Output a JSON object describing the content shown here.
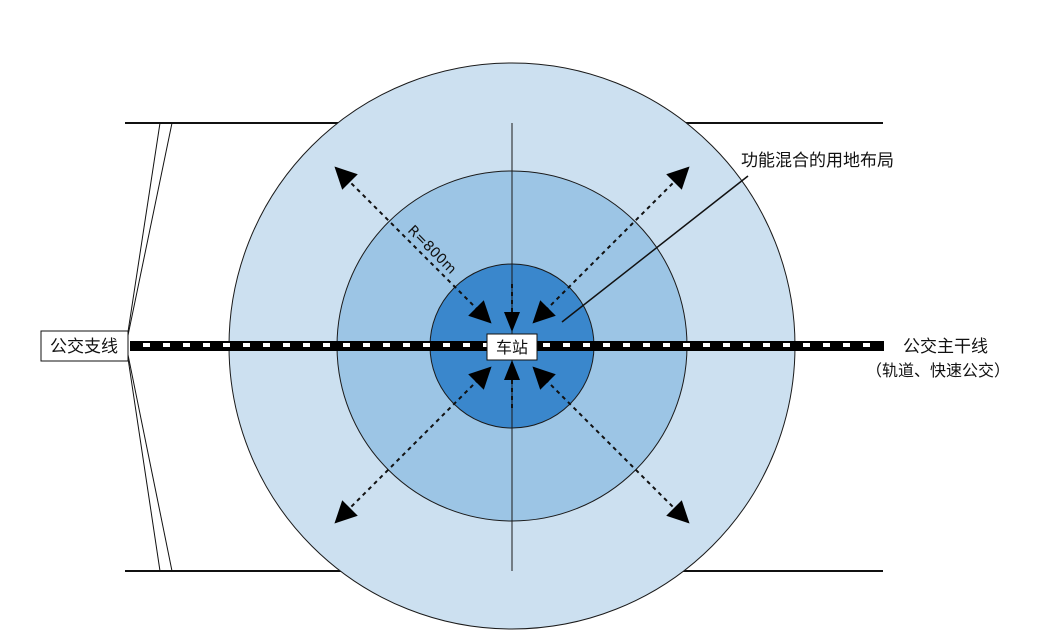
{
  "labels": {
    "mixed_land_use": "功能混合的用地布局",
    "radius": "R=800m",
    "station": "车站",
    "feeder_line": "公交支线",
    "trunk_line": "公交主干线",
    "trunk_line_note": "（轨道、快速公交）"
  },
  "colors": {
    "outer_ring": "#cce0f0",
    "middle_ring": "#9cc5e5",
    "inner_ring": "#3a87cc",
    "stroke": "#1a1a1a"
  }
}
